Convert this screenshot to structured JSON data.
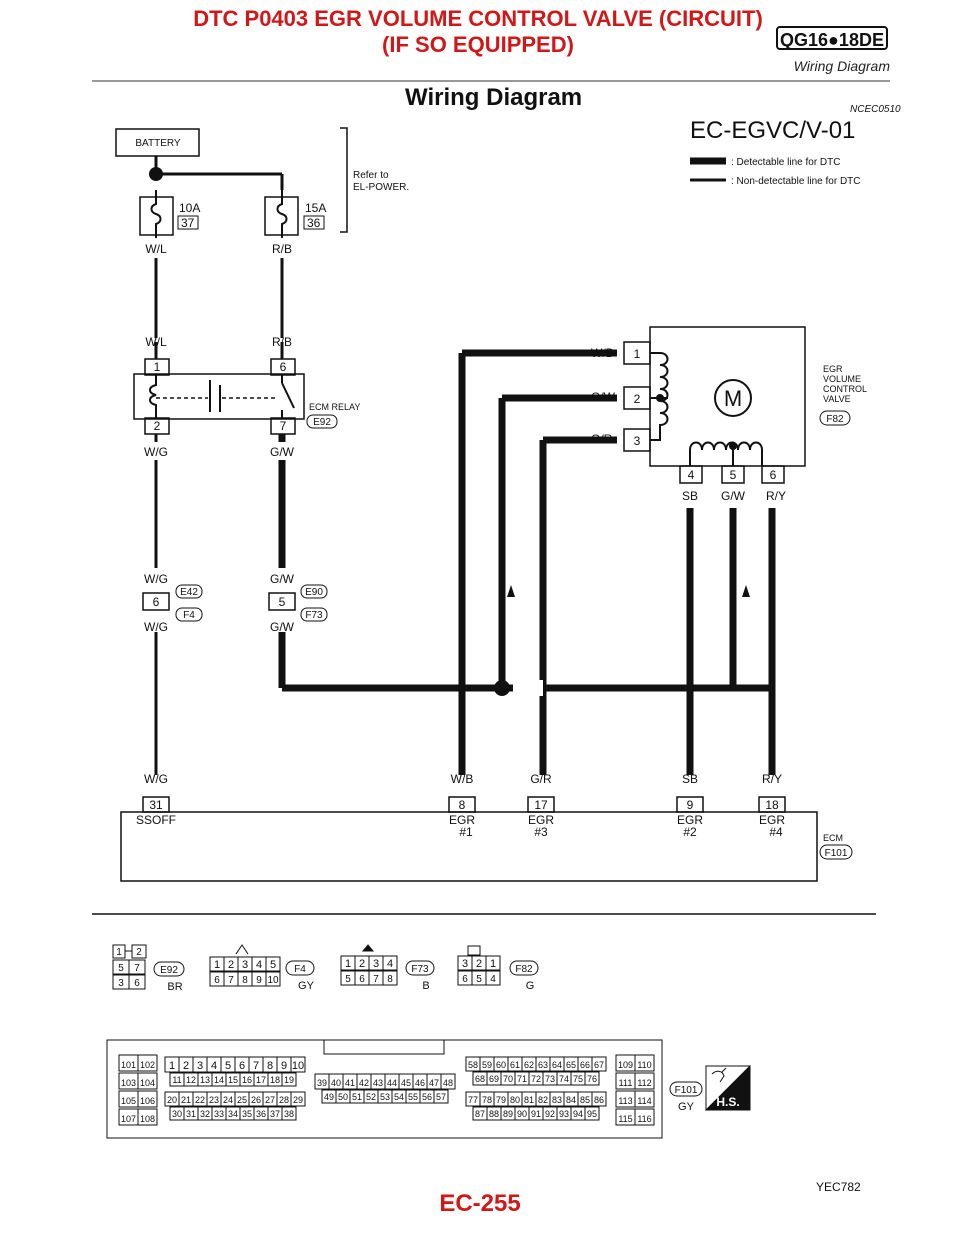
{
  "header": {
    "title_line1": "DTC P0403 EGR VOLUME CONTROL VALVE (CIRCUIT)",
    "title_line2": "(IF SO EQUIPPED)",
    "engine": "QG16●18DE",
    "subtitle": "Wiring Diagram"
  },
  "section": {
    "title": "Wiring Diagram",
    "code": "NCEC0510"
  },
  "diagram": {
    "id": "EC-EGVC/V-01",
    "battery": "BATTERY",
    "refer": [
      "Refer to",
      "EL-POWER."
    ],
    "legend": {
      "detectable": ": Detectable line for DTC",
      "non_detectable": ": Non-detectable line for DTC"
    },
    "fuse1": {
      "amp": "10A",
      "num": "37",
      "wire": "W/L"
    },
    "fuse2": {
      "amp": "15A",
      "num": "36",
      "wire": "R/B"
    },
    "relay": {
      "label": "ECM RELAY",
      "conn": "E92",
      "pin1": "1",
      "pin6": "6",
      "pin2": "2",
      "pin7": "7",
      "w_in1": "W/L",
      "w_in6": "R/B",
      "w_out2": "W/G",
      "w_out7": "G/W"
    },
    "jc1": {
      "pin": "6",
      "conn1": "E42",
      "conn2": "F4",
      "wire_top": "W/G",
      "wire_bot": "W/G"
    },
    "jc2": {
      "pin": "5",
      "conn1": "E90",
      "conn2": "F73",
      "wire_top": "G/W",
      "wire_bot": "G/W"
    },
    "egr": {
      "label": [
        "EGR",
        "VOLUME",
        "CONTROL",
        "VALVE"
      ],
      "conn": "F82",
      "motor": "M",
      "pins_left": [
        {
          "n": "1",
          "w": "W/B"
        },
        {
          "n": "2",
          "w": "G/W"
        },
        {
          "n": "3",
          "w": "G/R"
        }
      ],
      "pins_bottom": [
        {
          "n": "4",
          "w": "SB"
        },
        {
          "n": "5",
          "w": "G/W"
        },
        {
          "n": "6",
          "w": "R/Y"
        }
      ]
    },
    "ecm": {
      "label": "ECM",
      "conn": "F101",
      "pins": [
        {
          "n": "31",
          "w": "W/G",
          "t1": "SSOFF",
          "t2": ""
        },
        {
          "n": "8",
          "w": "W/B",
          "t1": "EGR",
          "t2": "#1"
        },
        {
          "n": "17",
          "w": "G/R",
          "t1": "EGR",
          "t2": "#3"
        },
        {
          "n": "9",
          "w": "SB",
          "t1": "EGR",
          "t2": "#2"
        },
        {
          "n": "18",
          "w": "R/Y",
          "t1": "EGR",
          "t2": "#4"
        }
      ]
    }
  },
  "connectors": {
    "e92": {
      "label": "E92",
      "color": "BR",
      "pins": [
        "1",
        "2",
        "5",
        "7",
        "3",
        "6"
      ]
    },
    "f4": {
      "label": "F4",
      "color": "GY",
      "top": [
        "1",
        "2",
        "3",
        "4",
        "5"
      ],
      "bot": [
        "6",
        "7",
        "8",
        "9",
        "10"
      ]
    },
    "f73": {
      "label": "F73",
      "color": "B",
      "top": [
        "1",
        "2",
        "3",
        "4"
      ],
      "bot": [
        "5",
        "6",
        "7",
        "8"
      ]
    },
    "f82": {
      "label": "F82",
      "color": "G",
      "top": [
        "3",
        "2",
        "1"
      ],
      "bot": [
        "6",
        "5",
        "4"
      ]
    },
    "f101": {
      "label": "F101",
      "color": "GY",
      "hs": "H.S.",
      "a": [
        [
          "101",
          "102"
        ],
        [
          "103",
          "104"
        ],
        [
          "105",
          "106"
        ],
        [
          "107",
          "108"
        ]
      ],
      "b1": [
        "1",
        "2",
        "3",
        "4",
        "5",
        "6",
        "7",
        "8",
        "9",
        "10"
      ],
      "b2": [
        "11",
        "12",
        "13",
        "14",
        "15",
        "16",
        "17",
        "18",
        "19"
      ],
      "b3": [
        "20",
        "21",
        "22",
        "23",
        "24",
        "25",
        "26",
        "27",
        "28",
        "29"
      ],
      "b4": [
        "30",
        "31",
        "32",
        "33",
        "34",
        "35",
        "36",
        "37",
        "38"
      ],
      "c1": [
        "39",
        "40",
        "41",
        "42",
        "43",
        "44",
        "45",
        "46",
        "47",
        "48"
      ],
      "c2": [
        "49",
        "50",
        "51",
        "52",
        "53",
        "54",
        "55",
        "56",
        "57"
      ],
      "d1": [
        "58",
        "59",
        "60",
        "61",
        "62",
        "63",
        "64",
        "65",
        "66",
        "67"
      ],
      "d2": [
        "68",
        "69",
        "70",
        "71",
        "72",
        "73",
        "74",
        "75",
        "76"
      ],
      "d3": [
        "77",
        "78",
        "79",
        "80",
        "81",
        "82",
        "83",
        "84",
        "85",
        "86"
      ],
      "d4": [
        "87",
        "88",
        "89",
        "90",
        "91",
        "92",
        "93",
        "94",
        "95"
      ],
      "e": [
        [
          "109",
          "110"
        ],
        [
          "111",
          "112"
        ],
        [
          "113",
          "114"
        ],
        [
          "115",
          "116"
        ]
      ]
    }
  },
  "page": {
    "number": "EC-255",
    "figure": "YEC782"
  }
}
